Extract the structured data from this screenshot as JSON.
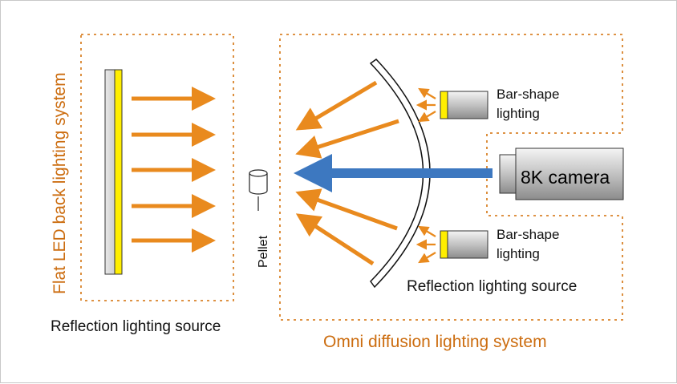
{
  "labels": {
    "left_system": "Flat LED back lighting system",
    "left_source": "Reflection lighting source",
    "pellet": "Pellet",
    "bar_top_line1": "Bar-shape",
    "bar_top_line2": "lighting",
    "bar_bottom_line1": "Bar-shape",
    "bar_bottom_line2": "lighting",
    "camera": "8K camera",
    "right_source": "Reflection lighting source",
    "right_system": "Omni diffusion lighting system"
  },
  "colors": {
    "accent_orange": "#e98a1e",
    "label_orange": "#cc6d10",
    "camera_beam_blue": "#3d78c0",
    "led_yellow": "#ffee00",
    "box_border": "#d9832a"
  },
  "icons": {
    "pellet": "cylinder-icon",
    "camera": "camera-body-icon",
    "lights": "bar-light-icon"
  }
}
